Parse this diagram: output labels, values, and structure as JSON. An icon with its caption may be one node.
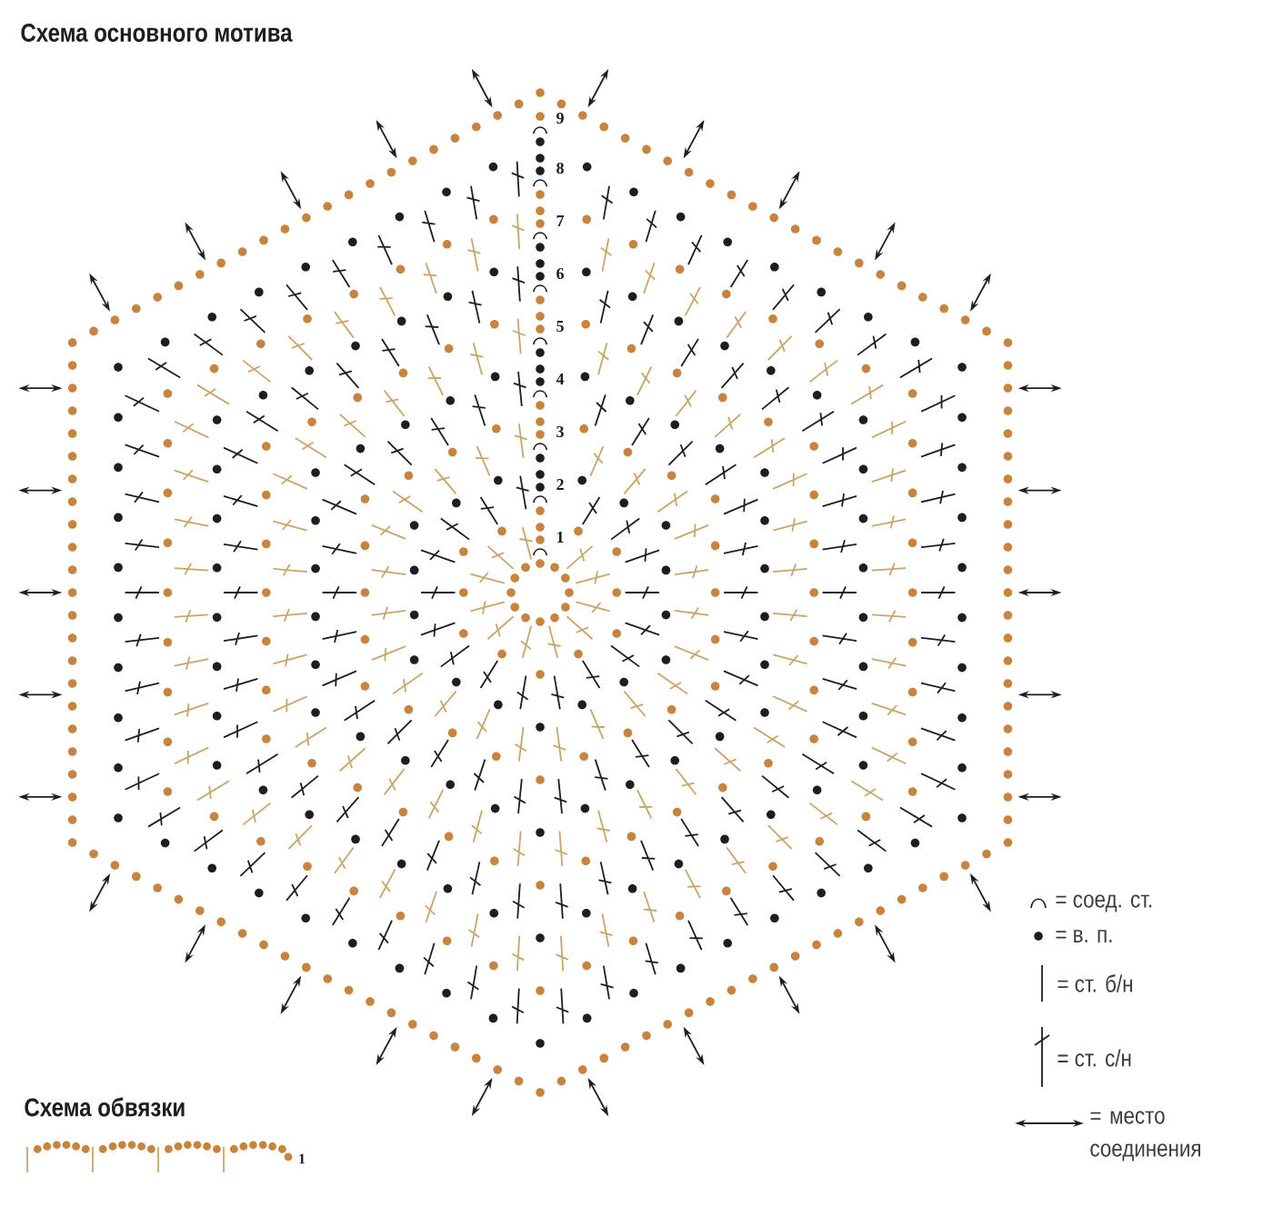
{
  "diagram": {
    "title": "Схема основного мотива",
    "labels": [
      "9",
      "8",
      "7",
      "6",
      "5",
      "4",
      "3",
      "2",
      "1",
      "Схема обвязки",
      "1"
    ],
    "legend": [
      {
        "text": "= соед. ст."
      },
      {
        "text": "= в. п."
      },
      {
        "text": "= ст. б/н"
      },
      {
        "text": "= ст. с/н"
      },
      {
        "text": "= место соединения"
      }
    ]
  }
}
